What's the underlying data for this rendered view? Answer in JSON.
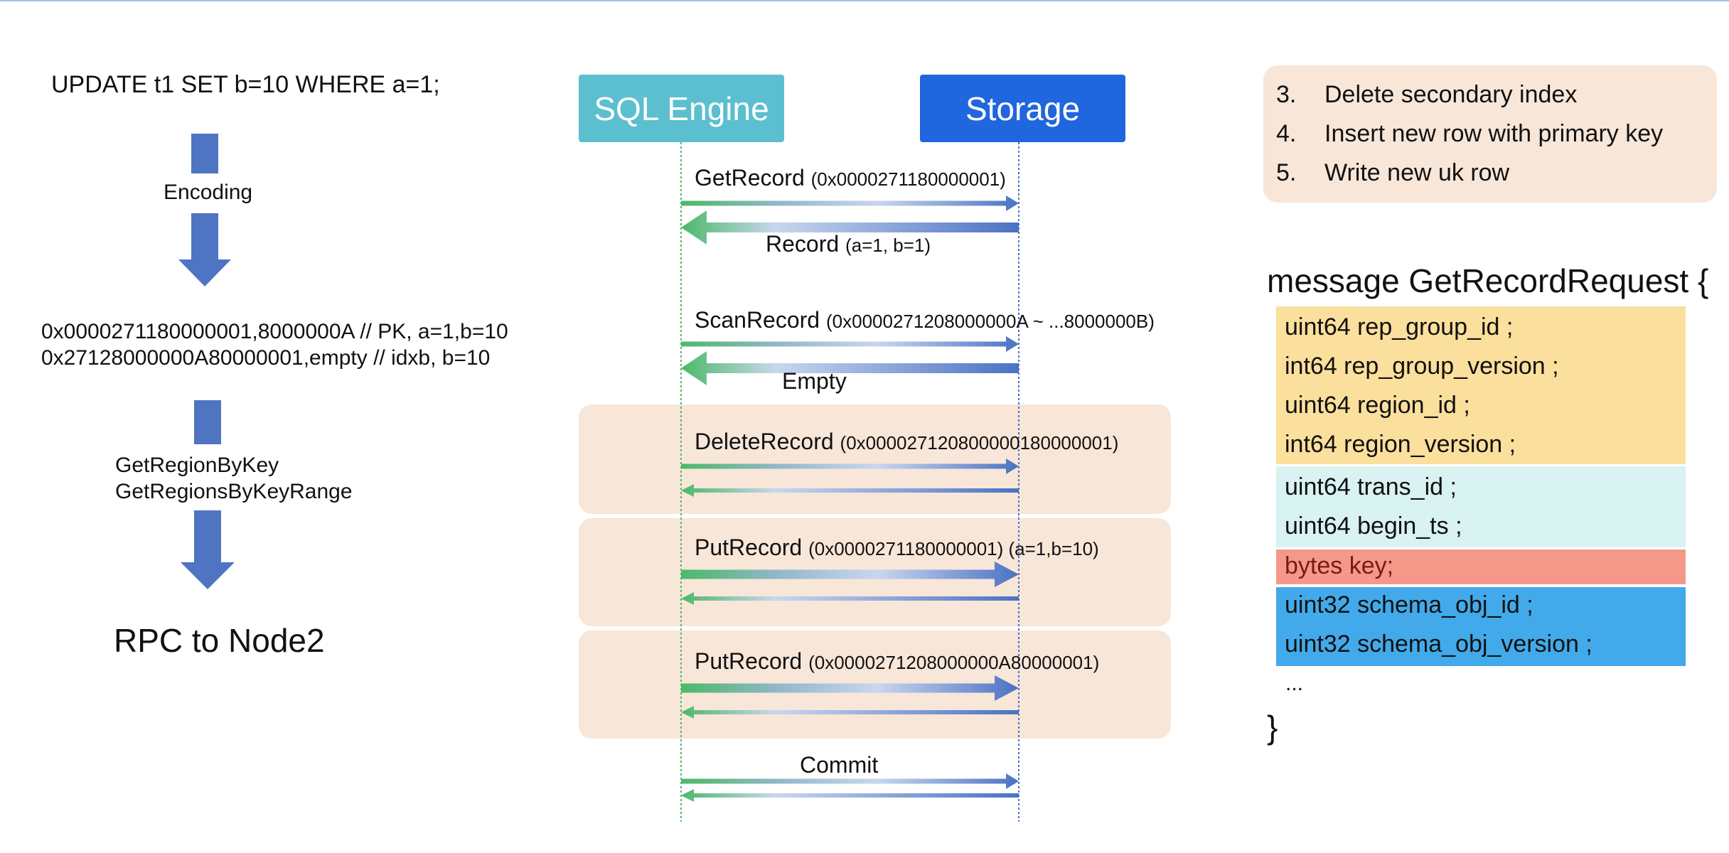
{
  "left": {
    "statement": "UPDATE t1 SET b=10 WHERE a=1;",
    "step1_label": "Encoding",
    "encoded_lines": [
      "0x0000271180000001,8000000A // PK, a=1,b=10",
      "0x27128000000A80000001,empty // idxb, b=10"
    ],
    "step2_labels": [
      "GetRegionByKey",
      "GetRegionsByKeyRange"
    ],
    "result": "RPC to Node2"
  },
  "sequence": {
    "actors": [
      "SQL Engine",
      "Storage"
    ],
    "colors": {
      "sql_engine": "#5bbfcf",
      "storage": "#2066de",
      "arrow_green": "#4cb968",
      "arrow_blue": "#4a72c4",
      "group_fill": "#f8e6d9"
    },
    "messages": [
      {
        "name": "GetRecord",
        "arg": "(0x0000271180000001)",
        "reply_name": "Record",
        "reply_arg": "(a=1, b=1)",
        "grouped": false
      },
      {
        "name": "ScanRecord",
        "arg": "(0x0000271208000000A ~ ...8000000B)",
        "reply_name": "Empty",
        "reply_arg": "",
        "grouped": false
      },
      {
        "name": "DeleteRecord",
        "arg": "(0x000027120800000180000001)",
        "reply_name": "",
        "reply_arg": "",
        "grouped": true
      },
      {
        "name": "PutRecord",
        "arg": "(0x0000271180000001) (a=1,b=10)",
        "reply_name": "",
        "reply_arg": "",
        "grouped": true
      },
      {
        "name": "PutRecord",
        "arg": "(0x0000271208000000A80000001)",
        "reply_name": "",
        "reply_arg": "",
        "grouped": true
      },
      {
        "name": "Commit",
        "arg": "",
        "reply_name": "",
        "reply_arg": "",
        "grouped": false
      }
    ]
  },
  "right": {
    "steps": [
      {
        "num": "3.",
        "text": "Delete secondary index"
      },
      {
        "num": "4.",
        "text": "Insert new row with primary key"
      },
      {
        "num": "5.",
        "text": "Write new uk row"
      }
    ],
    "message_title": "message GetRecordRequest {",
    "field_groups": [
      {
        "color": "#fbdf9c",
        "text_color": "#111111",
        "fields": [
          "uint64 rep_group_id ;",
          "int64 rep_group_version ;",
          "uint64 region_id ;",
          "int64 region_version ;"
        ]
      },
      {
        "color": "#d9f2f2",
        "text_color": "#111111",
        "fields": [
          "uint64 trans_id ;",
          "uint64 begin_ts ;"
        ]
      },
      {
        "color": "#f4998a",
        "text_color": "#7a1a10",
        "fields": [
          "bytes key;"
        ]
      },
      {
        "color": "#42aaea",
        "text_color": "#111111",
        "fields": [
          "uint32 schema_obj_id ;",
          "uint32 schema_obj_version ;"
        ]
      }
    ],
    "ellipsis": "...",
    "closing_brace": "}"
  }
}
